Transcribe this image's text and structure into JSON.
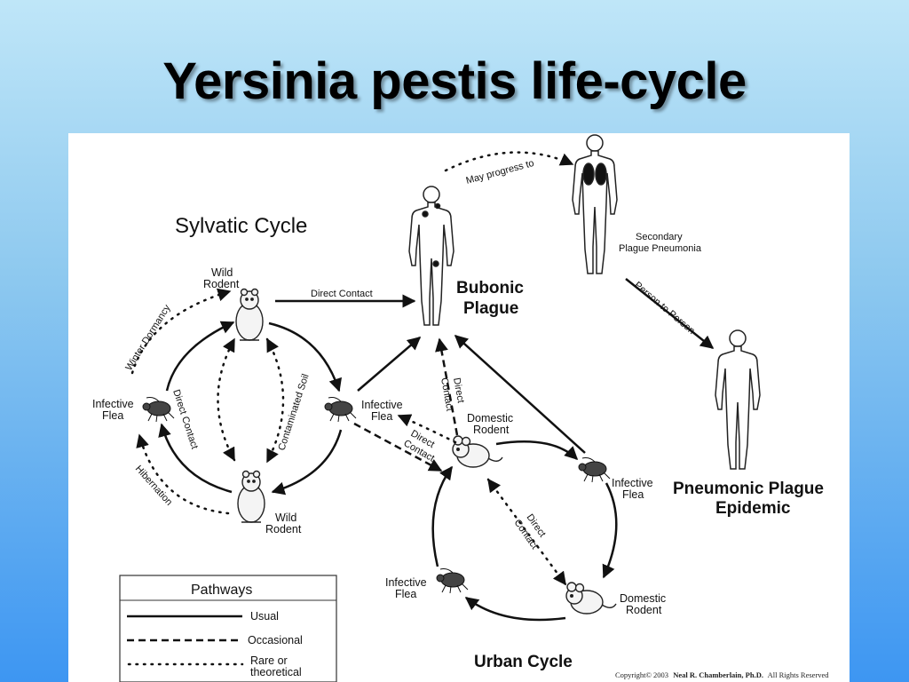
{
  "title": "Yersinia pestis life-cycle",
  "labels": {
    "sylvatic_cycle": "Sylvatic Cycle",
    "urban_cycle": "Urban Cycle",
    "wild_rodent": [
      "Wild",
      "Rodent"
    ],
    "domestic_rodent": [
      "Domestic",
      "Rodent"
    ],
    "infective_flea": [
      "Infective",
      "Flea"
    ],
    "bubonic_plague": [
      "Bubonic",
      "Plague"
    ],
    "secondary_pneumonia": [
      "Secondary",
      "Plague Pneumonia"
    ],
    "pneumonic_epidemic": [
      "Pneumonic Plague",
      "Epidemic"
    ],
    "direct_contact": "Direct Contact",
    "direct_contact_split": [
      "Direct",
      "Contact"
    ],
    "may_progress_to": "May progress to",
    "person_to_person": "Person to Person",
    "winter_dormancy": "Winter Dormancy",
    "hibernation": "Hibernation",
    "contaminated_soil": "Contaminated Soil"
  },
  "legend": {
    "title": "Pathways",
    "usual": "Usual",
    "occasional": "Occasional",
    "rare": [
      "Rare or",
      "theoretical"
    ]
  },
  "copyright": {
    "prefix": "Copyright© 2003",
    "author": "Neal R. Chamberlain, Ph.D.",
    "suffix": "All Rights Reserved"
  }
}
